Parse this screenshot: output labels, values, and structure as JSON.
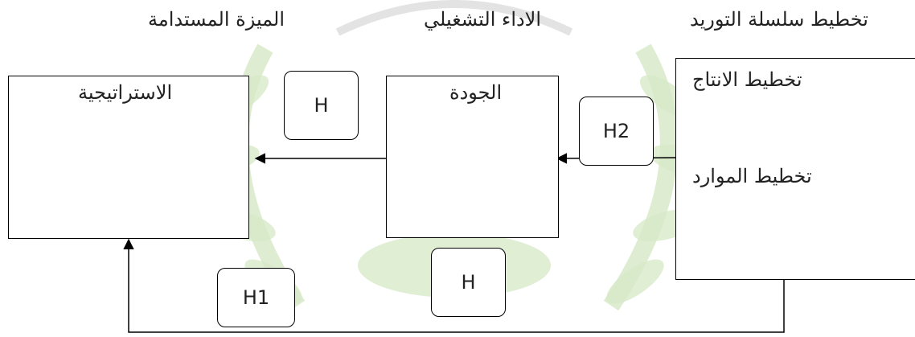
{
  "headers": {
    "supply_chain_planning": "تخطيط سلسلة التوريد",
    "operational_performance": "الاداء التشغيلي",
    "sustainable_advantage": "الميزة المستدامة"
  },
  "boxes": {
    "strategy": "الاستراتيجية",
    "quality": "الجودة",
    "production_planning": "تخطيط الانتاج",
    "resource_planning": "تخطيط الموارد"
  },
  "hypotheses": {
    "h_top": "H",
    "h2": "H2",
    "h_bottom": "H",
    "h1": "H1"
  },
  "colors": {
    "watermark": "#cfe3bf",
    "line": "#000000"
  }
}
